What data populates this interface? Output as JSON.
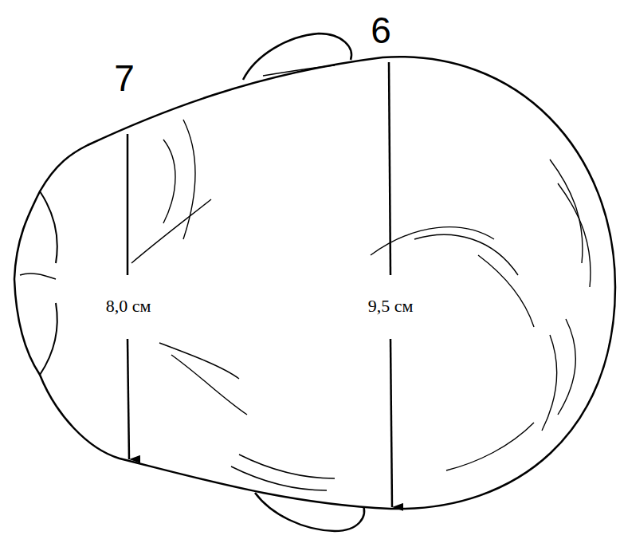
{
  "diagram": {
    "labels": [
      "7",
      "6",
      "8,0 см",
      "9,5 см"
    ]
  }
}
